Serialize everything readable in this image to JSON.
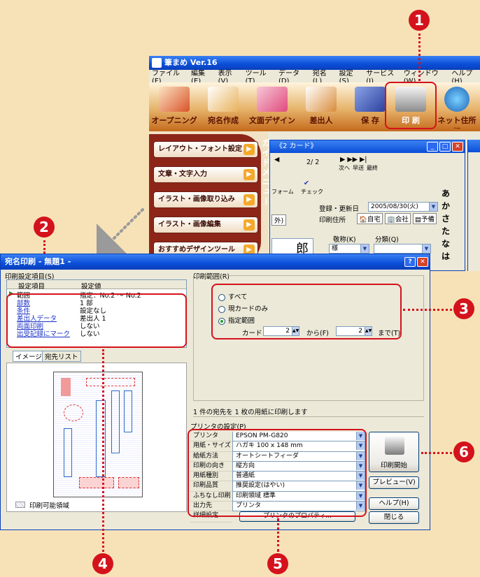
{
  "callouts": [
    "1",
    "2",
    "3",
    "4",
    "5",
    "6"
  ],
  "main_window": {
    "title": "筆まめ Ver.16",
    "menu": [
      "ファイル(F)",
      "編集(E)",
      "表示(V)",
      "ツール(T)",
      "データ(D)",
      "宛名(L)",
      "設定(S)",
      "サービス(I)",
      "ウィンドウ(W)",
      "ヘルプ(H)"
    ],
    "toolbar": [
      {
        "label": "オープニング",
        "icon": "opening-icon"
      },
      {
        "label": "宛名作成",
        "icon": "address-create-icon"
      },
      {
        "label": "文面デザイン",
        "icon": "design-icon"
      },
      {
        "label": "差出人",
        "icon": "sender-icon"
      },
      {
        "label": "保 存",
        "icon": "save-disk-icon"
      },
      {
        "label": "印 刷",
        "icon": "printer-icon"
      },
      {
        "label": "ネット住所録",
        "icon": "globe-icon"
      }
    ],
    "guide_label": "ガイドメニュー",
    "guide_items": [
      "レイアウト・フォント設定",
      "文章・文字入力",
      "イラスト・画像取り込み",
      "イラスト・画像編集",
      "おすすめデザインツール"
    ],
    "card_window": {
      "title": "《2 カード》",
      "nav_count": "2/ 2",
      "nav_labels": [
        "次へ",
        "早送",
        "最終"
      ],
      "front_label": "フォーム",
      "check_label": "チェック",
      "reg_date_label": "登録・更新日",
      "reg_date": "2005/08/30(火)",
      "addr_label": "印刷住所",
      "addr_opts": [
        "自宅",
        "会社",
        "予備"
      ],
      "outside": "外)",
      "honorific_label": "敬称(K)",
      "honorific": "様",
      "category_label": "分類(Q)",
      "name_frag": "郎",
      "kana": [
        "あ",
        "か",
        "さ",
        "た",
        "な",
        "は"
      ]
    }
  },
  "dialog": {
    "title": "宛名印刷 - 無題1 -",
    "settings_label": "印刷設定項目(S)",
    "col_item": "設定項目",
    "col_value": "設定値",
    "rows": [
      {
        "item": "範囲",
        "value": "指定：No.2 ～ No.2"
      },
      {
        "item": "部数",
        "value": "1 部"
      },
      {
        "item": "条件",
        "value": "設定なし"
      },
      {
        "item": "差出人データ",
        "value": "差出人 1"
      },
      {
        "item": "両面印刷",
        "value": "しない"
      },
      {
        "item": "出受記録にマーク",
        "value": "しない"
      }
    ],
    "tab_image": "イメージ",
    "tab_list": "宛先リスト",
    "range_label": "印刷範囲(R)",
    "radio_all": "すべて",
    "radio_current": "現カードのみ",
    "radio_range": "指定範囲",
    "card_label": "カード",
    "from_value": "2",
    "from_label": "から(F)",
    "to_value": "2",
    "to_label": "まで(T)",
    "summary": "1 件の宛先を 1 枚の用紙に印刷します",
    "printer_group": "プリンタの設定(P)",
    "printer_rows": [
      {
        "key": "プリンタ",
        "value": "EPSON PM-G820"
      },
      {
        "key": "用紙・サイズ",
        "value": "ハガキ 100 x 148 mm"
      },
      {
        "key": "給紙方法",
        "value": "オートシートフィーダ"
      },
      {
        "key": "印刷の向き",
        "value": "縦方向"
      },
      {
        "key": "用紙種別",
        "value": "普通紙"
      },
      {
        "key": "印刷品質",
        "value": "推奨設定(はやい)"
      },
      {
        "key": "ふちなし印刷",
        "value": "印刷領域 標準"
      },
      {
        "key": "出力先",
        "value": "プリンタ"
      }
    ],
    "detail_key": "詳細設定",
    "properties_button": "プリンタのプロパティ...",
    "print_button": "印刷開始",
    "preview_button": "プレビュー(V)",
    "help_button": "ヘルプ(H)",
    "close_button": "閉じる",
    "printable_area": "印刷可能領域"
  }
}
